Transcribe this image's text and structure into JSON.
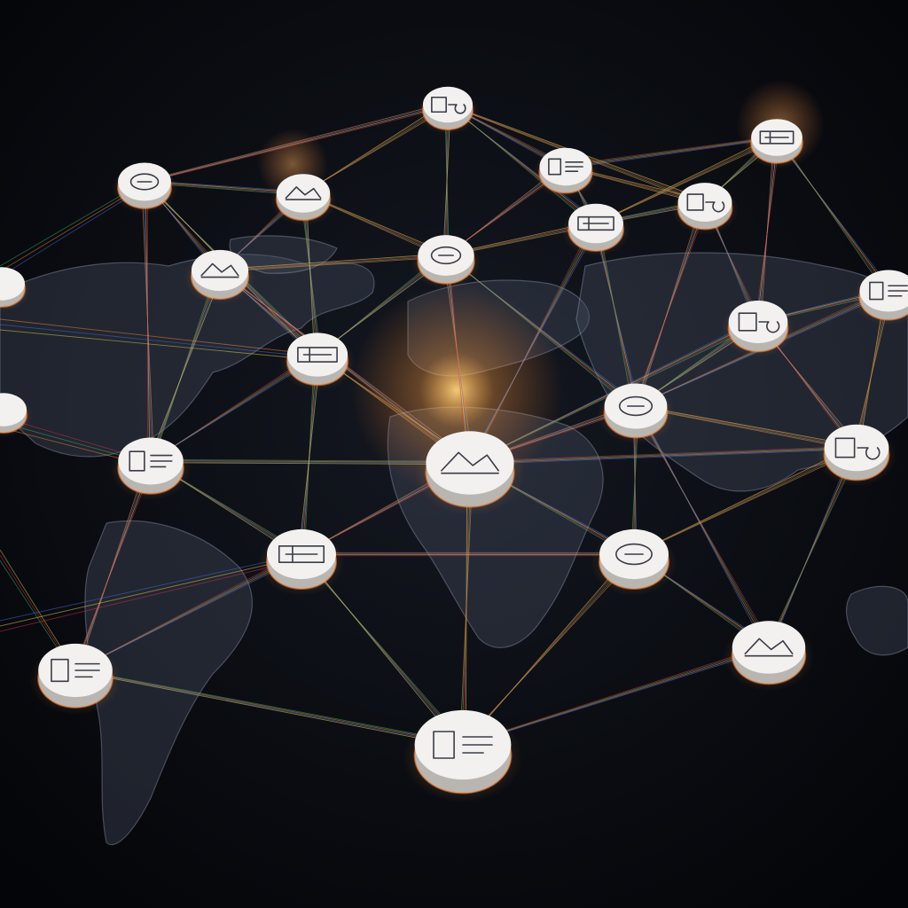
{
  "scene": {
    "subject": "network-on-world-map",
    "palette": {
      "background": "#05060a",
      "land": "#464e60",
      "node_face": "#f2f1ef",
      "glow": "#ffb347",
      "link_colors": [
        "#e8d34a",
        "#d8324a",
        "#3fb86b",
        "#ff8a3a",
        "#4a6ee0"
      ]
    }
  },
  "nodes": [
    {
      "id": "n1",
      "icon": "server-rack-icon",
      "size": 1.0
    },
    {
      "id": "n2",
      "icon": "printer-icon",
      "size": 1.0
    },
    {
      "id": "n3",
      "icon": "router-icon",
      "size": 1.0
    },
    {
      "id": "n4",
      "icon": "laptop-icon",
      "size": 1.0
    },
    {
      "id": "n5",
      "icon": "cable-icon",
      "size": 1.0
    },
    {
      "id": "n6",
      "icon": "modem-icon",
      "size": 1.0
    },
    {
      "id": "n7",
      "icon": "monitor-icon",
      "size": 1.0
    },
    {
      "id": "n8",
      "icon": "device-icon",
      "size": 1.0
    },
    {
      "id": "n9",
      "icon": "satellite-icon",
      "size": 1.0
    },
    {
      "id": "n10",
      "icon": "hub-icon",
      "size": 1.0
    },
    {
      "id": "n11",
      "icon": "headset-icon",
      "size": 1.0
    },
    {
      "id": "n12",
      "icon": "camera-icon",
      "size": 1.0
    },
    {
      "id": "n13",
      "icon": "switch-icon",
      "size": 1.0
    },
    {
      "id": "n14",
      "icon": "central-server-icon",
      "size": 1.35
    },
    {
      "id": "n15",
      "icon": "gear-icon",
      "size": 1.0
    },
    {
      "id": "n16",
      "icon": "tool-icon",
      "size": 1.0
    },
    {
      "id": "n17",
      "icon": "plug-icon",
      "size": 1.0
    },
    {
      "id": "n18",
      "icon": "robot-arm-icon",
      "size": 1.0
    },
    {
      "id": "n19",
      "icon": "controller-icon",
      "size": 1.0
    },
    {
      "id": "n20",
      "icon": "terminal-icon",
      "size": 1.0
    }
  ]
}
